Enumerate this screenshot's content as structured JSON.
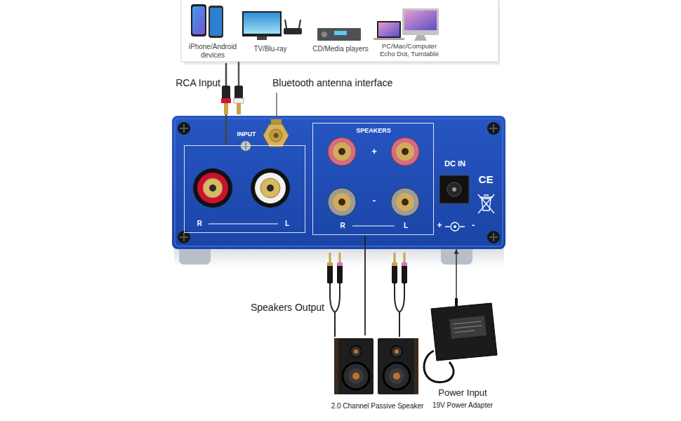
{
  "diagram": {
    "nodes": [
      {
        "text": [
          "iPhone/Android devices",
          "TV/Blu-ray",
          "CD/Media players",
          "PC/Mac/Computer Echo Dot, Turntable"
        ]
      },
      {
        "text": [
          "DC IN",
          "CE"
        ]
      },
      {
        "text": [
          "INPUT",
          "R",
          "L"
        ],
        "in": 1
      },
      {
        "text": [
          "SPEAKERS",
          "+",
          "-",
          "R",
          "L"
        ],
        "in": 1
      },
      {
        "text": [
          "2.0 Channel Passive Speaker"
        ]
      },
      {
        "text": [
          "Power Input",
          "19V Power Adapter"
        ]
      }
    ],
    "edges": [
      {
        "from": 0,
        "to": 2,
        "arrow": "none",
        "label": "RCA Input"
      },
      {
        "from": 3,
        "to": 4,
        "arrow": "none",
        "label": "Speakers Output"
      },
      {
        "from": 5,
        "to": 1,
        "arrow": "to"
      }
    ],
    "labels": [
      "Bluetooth antenna interface",
      "+",
      "-"
    ]
  }
}
